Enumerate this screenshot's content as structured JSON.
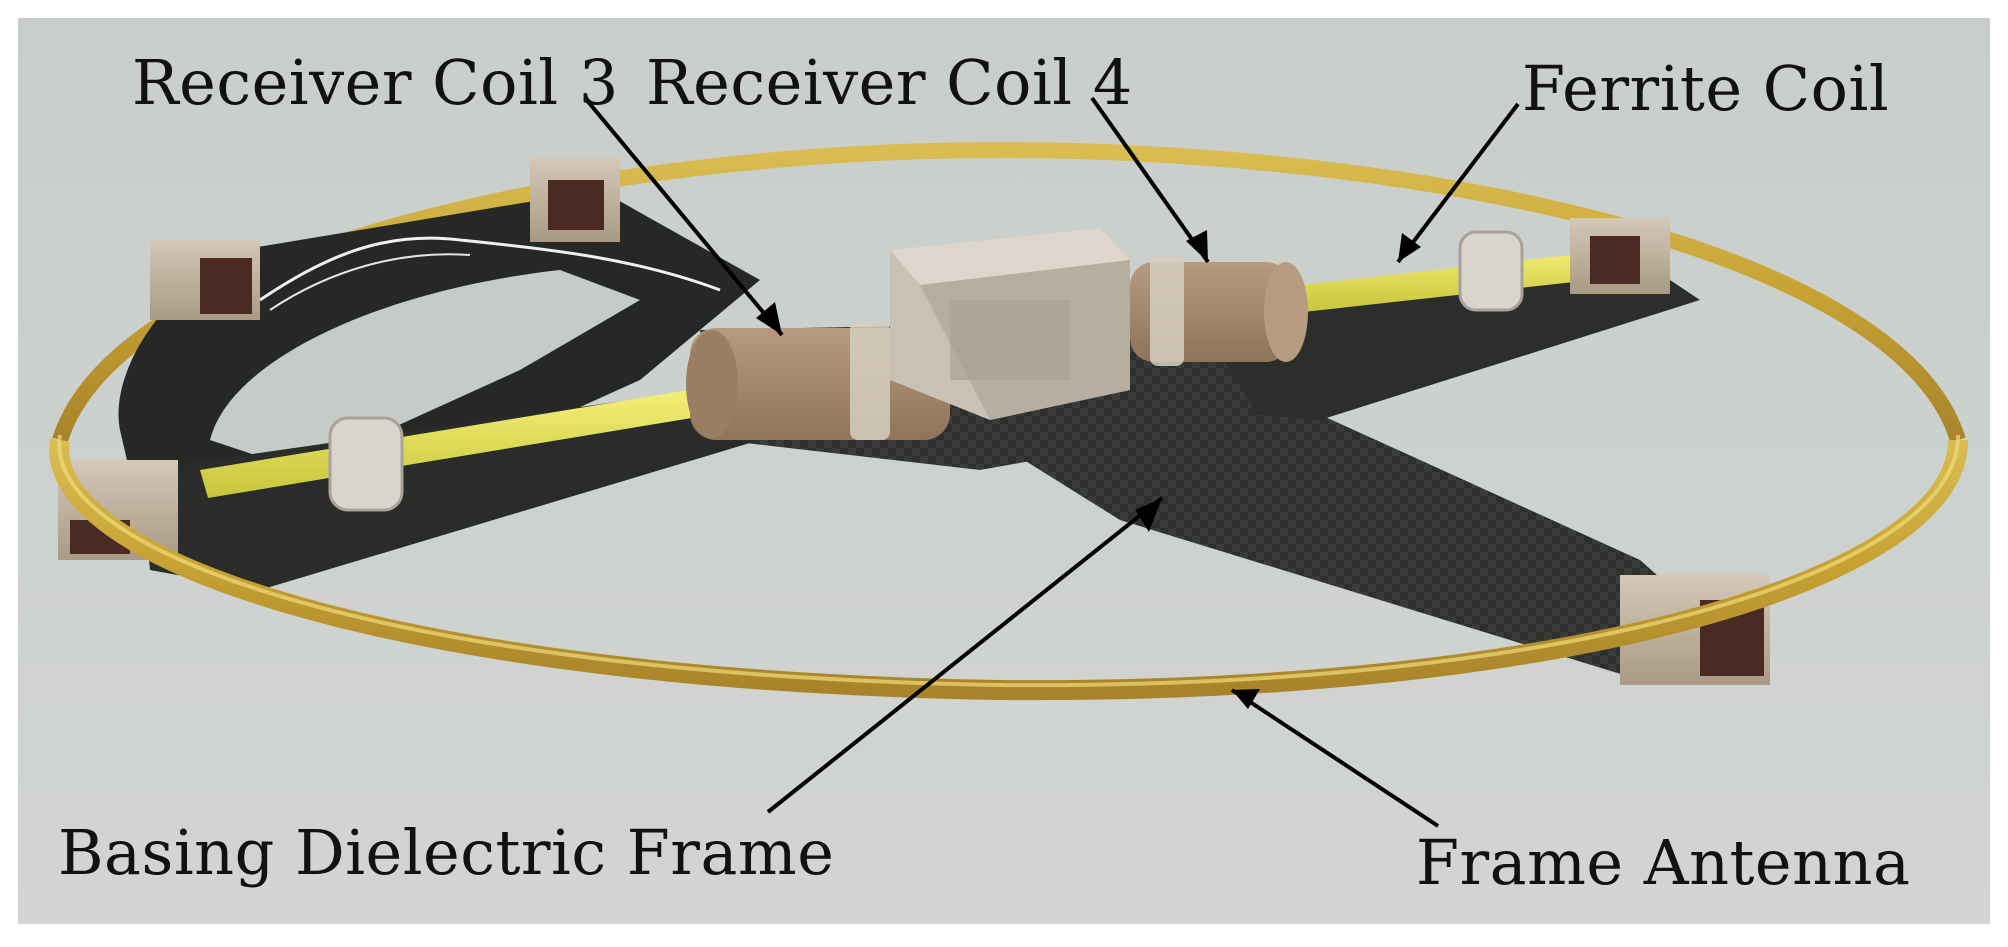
{
  "labels": {
    "receiver_coil_3": "Receiver Coil 3",
    "receiver_coil_4": "Receiver Coil 4",
    "ferrite_coil": "Ferrite Coil",
    "basing_dielectric_frame": "Basing Dielectric Frame",
    "frame_antenna": "Frame Antenna"
  },
  "colors": {
    "background": "#ccd0cd",
    "ring": "#c9a83a",
    "ferrite_rod": "#e6e35a",
    "dielectric_frame": "#2b2d2b",
    "coil_body": "#a88a6c",
    "mount_block": "#c7b9a6"
  }
}
